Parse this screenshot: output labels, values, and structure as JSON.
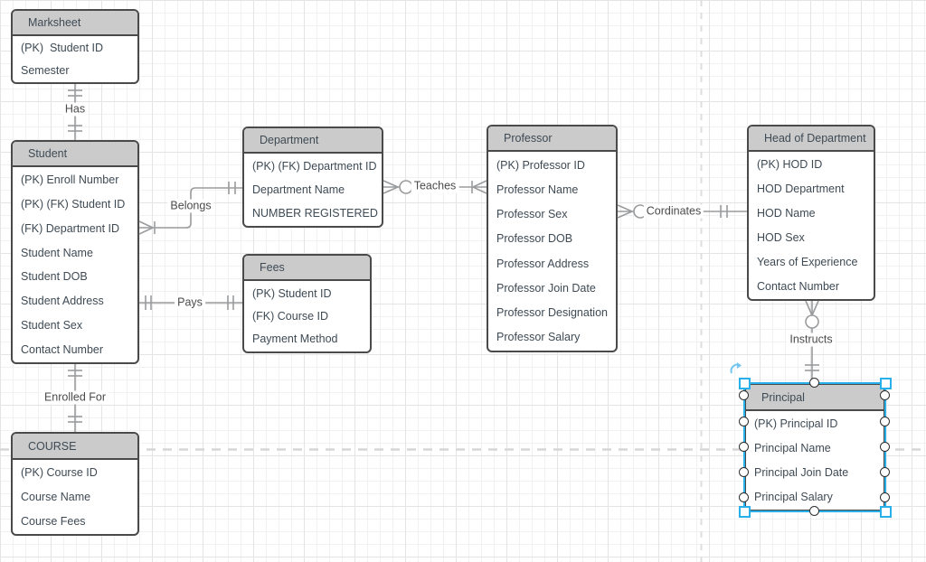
{
  "colors": {
    "selection_accent": "#29b0ea",
    "entity_border": "#4a4a4a",
    "entity_header_fill": "#cbcbcb",
    "entity_text": "#3e4a54",
    "connector_line": "#999b9d",
    "page_guide": "#d8d8d8"
  },
  "entities": [
    {
      "title": "Marksheet",
      "rows": [
        "(PK)  Student ID",
        "Semester"
      ]
    },
    {
      "title": "Student",
      "rows": [
        "(PK) Enroll Number",
        "(PK) (FK) Student ID",
        "(FK) Department ID",
        "Student Name",
        "Student DOB",
        "Student Address",
        "Student Sex",
        "Contact Number"
      ]
    },
    {
      "title": "Department",
      "rows": [
        "(PK) (FK) Department ID",
        "Department Name",
        "NUMBER REGISTERED"
      ]
    },
    {
      "title": "Fees",
      "rows": [
        "(PK) Student ID",
        "(FK) Course ID",
        "Payment Method"
      ]
    },
    {
      "title": "Professor",
      "rows": [
        "(PK) Professor ID",
        "Professor Name",
        "Professor Sex",
        "Professor DOB",
        "Professor Address",
        "Professor Join Date",
        "Professor Designation",
        "Professor Salary"
      ]
    },
    {
      "title": "Head of Department",
      "rows": [
        "(PK) HOD ID",
        "HOD Department",
        "HOD Name",
        "HOD Sex",
        "Years of Experience",
        "Contact Number"
      ]
    },
    {
      "title": "COURSE",
      "rows": [
        "(PK) Course ID",
        "Course Name",
        "Course Fees"
      ]
    },
    {
      "title": "Principal",
      "rows": [
        "(PK) Principal ID",
        "Principal Name",
        "Principal Join Date",
        "Principal Salary"
      ],
      "selected": true
    }
  ],
  "connectors": [
    {
      "label": "Has",
      "from": "Marksheet",
      "to": "Student"
    },
    {
      "label": "Belongs",
      "from": "Student",
      "to": "Department"
    },
    {
      "label": "Pays",
      "from": "Student",
      "to": "Fees"
    },
    {
      "label": "Teaches",
      "from": "Department",
      "to": "Professor"
    },
    {
      "label": "Cordinates",
      "from": "Professor",
      "to": "Head of Department"
    },
    {
      "label": "Instructs",
      "from": "Head of Department",
      "to": "Principal"
    },
    {
      "label": "Enrolled For",
      "from": "Student",
      "to": "COURSE"
    }
  ]
}
